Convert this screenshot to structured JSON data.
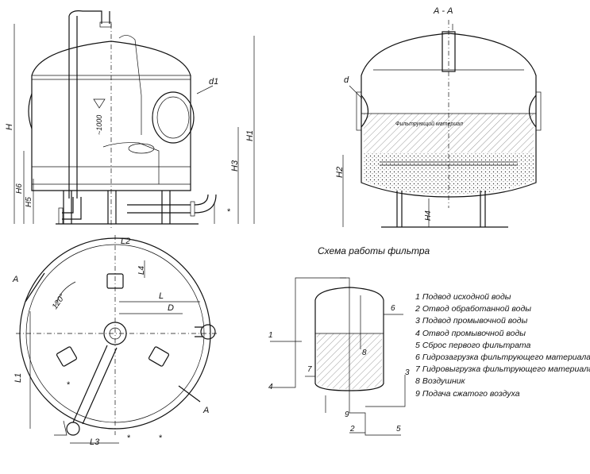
{
  "section_a": {
    "title": "А - А",
    "labels": {
      "d": "d",
      "h2": "H2",
      "h4": "H4",
      "media": "Фильтрующий материал"
    }
  },
  "front_view": {
    "labels": {
      "h": "H",
      "h1": "H1",
      "h3": "H3",
      "h5": "H5",
      "h6": "H6",
      "d1": "d1",
      "dim_1000": "~1000",
      "star": "*"
    }
  },
  "plan_view": {
    "labels": {
      "a_left": "A",
      "a_right": "A",
      "angle": "120°",
      "l": "L",
      "d": "D",
      "l1": "L1",
      "l2": "L2",
      "l3": "L3",
      "l4": "L4",
      "star": "*"
    }
  },
  "scheme": {
    "title": "Схема работы фильтра",
    "callouts": {
      "n1": "1",
      "n2": "2",
      "n3": "3",
      "n4": "4",
      "n5": "5",
      "n6": "6",
      "n7": "7",
      "n8": "8",
      "n9": "9"
    }
  },
  "legend": [
    {
      "num": "1",
      "text": "Подвод исходной воды"
    },
    {
      "num": "2",
      "text": "Отвод обработанной воды"
    },
    {
      "num": "3",
      "text": "Подвод промывочной воды"
    },
    {
      "num": "4",
      "text": "Отвод промывочной воды"
    },
    {
      "num": "5",
      "text": "Сброс первого фильтрата"
    },
    {
      "num": "6",
      "text": "Гидрозагрузка фильтрующего материала"
    },
    {
      "num": "7",
      "text": "Гидровыгрузка фильтрующего материала"
    },
    {
      "num": "8",
      "text": "Воздушник"
    },
    {
      "num": "9",
      "text": "Подача сжатого воздуха"
    }
  ]
}
